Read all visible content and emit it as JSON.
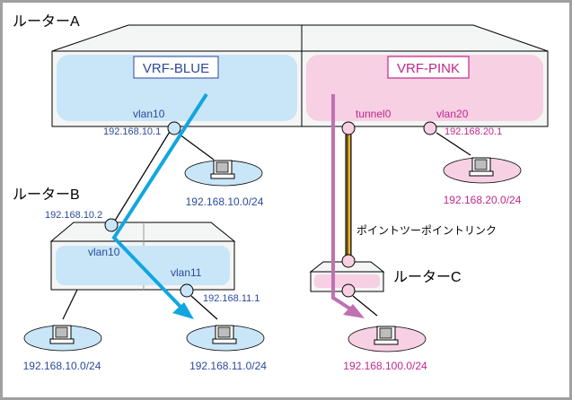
{
  "colors": {
    "blue_text": "#2b4a9a",
    "pink_text": "#c0288a",
    "blue_fill": "#c9e6f8",
    "pink_fill": "#f7d0e3",
    "blue_arrow": "#11a6e0",
    "pink_arrow": "#c070b0",
    "tunnel": "#f0b838",
    "chassis": "#f4f5f5"
  },
  "routers": {
    "a": {
      "name": "ルーターA"
    },
    "b": {
      "name": "ルーターB"
    },
    "c": {
      "name": "ルーターC"
    }
  },
  "vrfs": {
    "blue": {
      "label": "VRF-BLUE"
    },
    "pink": {
      "label": "VRF-PINK"
    }
  },
  "interfaces": {
    "a_vlan10": {
      "name": "vlan10",
      "ip": "192.168.10.1"
    },
    "a_tunnel0": {
      "name": "tunnel0"
    },
    "a_vlan20": {
      "name": "vlan20",
      "ip": "192.168.20.1"
    },
    "b_vlan10": {
      "name": "vlan10",
      "ip": "192.168.10.2"
    },
    "b_vlan11": {
      "name": "vlan11",
      "ip": "192.168.11.1"
    }
  },
  "networks": {
    "a_10": "192.168.10.0/24",
    "a_20": "192.168.20.0/24",
    "b_10": "192.168.10.0/24",
    "b_11": "192.168.11.0/24",
    "c_100": "192.168.100.0/24"
  },
  "link_label": "ポイントツーポイントリンク"
}
